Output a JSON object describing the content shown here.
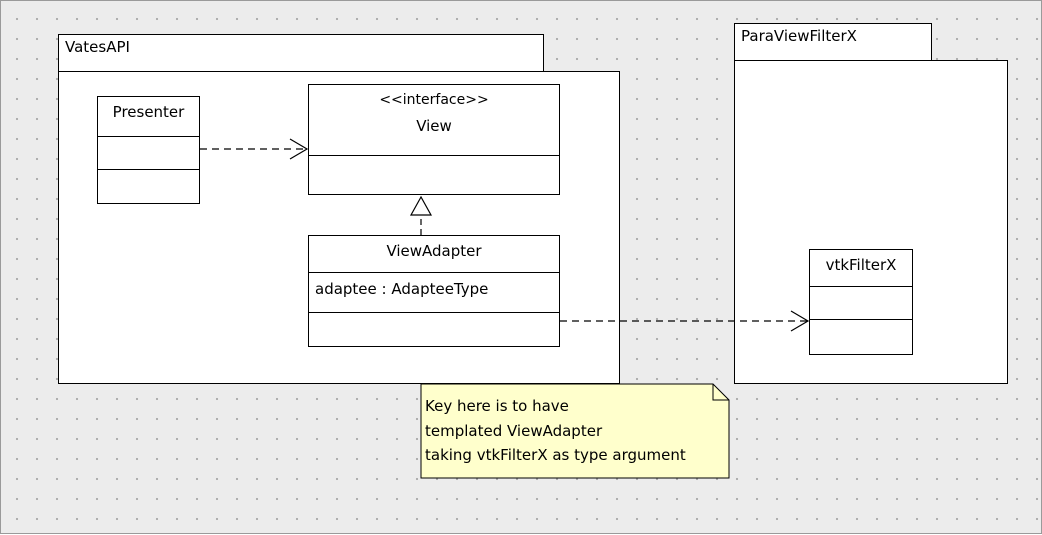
{
  "packages": {
    "vates": {
      "name": "VatesAPI"
    },
    "paraview": {
      "name": "ParaViewFilterX"
    }
  },
  "classes": {
    "presenter": {
      "name": "Presenter"
    },
    "view": {
      "stereotype": "<<interface>>",
      "name": "View"
    },
    "view_adapter": {
      "name": "ViewAdapter",
      "attribute": "adaptee : AdapteeType"
    },
    "vtk_filter": {
      "name": "vtkFilterX"
    }
  },
  "note": {
    "lines": [
      "Key here is to have",
      "templated ViewAdapter",
      "taking vtkFilterX  as type argument"
    ]
  },
  "colors": {
    "canvas": "#ececec",
    "note_fill": "#ffffcc",
    "grid_dot": "#a8a8a8"
  }
}
